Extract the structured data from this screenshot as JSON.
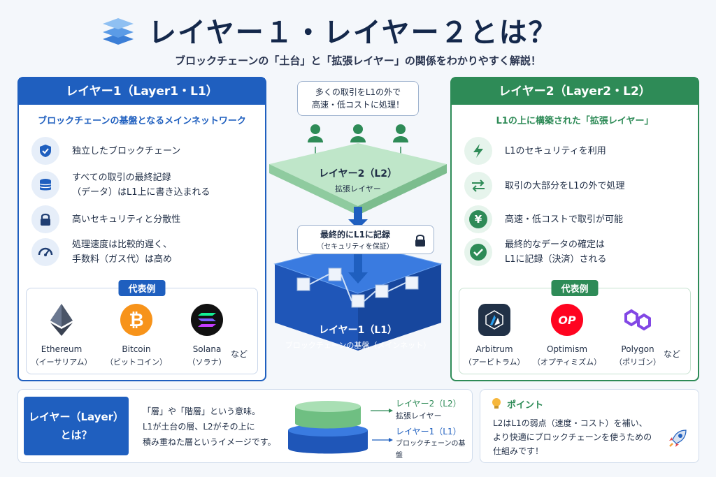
{
  "header": {
    "title": "レイヤー１・レイヤー２とは？",
    "subtitle": "ブロックチェーンの「土台」と「拡張レイヤー」の関係をわかりやすく解説！"
  },
  "layer1": {
    "heading": "レイヤー1（Layer1・L1）",
    "subheading": "ブロックチェーンの基盤となるメインネットワーク",
    "features": [
      {
        "icon": "shield-icon",
        "text": "独立したブロックチェーン"
      },
      {
        "icon": "database-icon",
        "text": "すべての取引の最終記録\n（データ）はL1上に書き込まれる"
      },
      {
        "icon": "lock-icon",
        "text": "高いセキュリティと分散性"
      },
      {
        "icon": "speedometer-icon",
        "text": "処理速度は比較的遅く、\n手数料（ガス代）は高め"
      }
    ],
    "examples_label": "代表例",
    "examples": [
      {
        "name": "Ethereum",
        "kana": "（イーサリアム）",
        "icon": "ethereum-icon"
      },
      {
        "name": "Bitcoin",
        "kana": "（ビットコイン）",
        "icon": "bitcoin-icon"
      },
      {
        "name": "Solana",
        "kana": "（ソラナ）",
        "icon": "solana-icon"
      }
    ],
    "etc": "など"
  },
  "layer2": {
    "heading": "レイヤー2（Layer2・L2）",
    "subheading": "L1の上に構築された「拡張レイヤー」",
    "features": [
      {
        "icon": "lightning-icon",
        "text": "L1のセキュリティを利用"
      },
      {
        "icon": "swap-arrows-icon",
        "text": "取引の大部分をL1の外で処理"
      },
      {
        "icon": "yen-icon",
        "text": "高速・低コストで取引が可能"
      },
      {
        "icon": "check-icon",
        "text": "最終的なデータの確定は\nL1に記録（決済）される"
      }
    ],
    "examples_label": "代表例",
    "examples": [
      {
        "name": "Arbitrum",
        "kana": "（アービトラム）",
        "icon": "arbitrum-icon"
      },
      {
        "name": "Optimism",
        "kana": "（オプティミズム）",
        "icon": "optimism-icon",
        "logo_text": "OP"
      },
      {
        "name": "Polygon",
        "kana": "（ポリゴン）",
        "icon": "polygon-icon"
      }
    ],
    "etc": "など"
  },
  "center": {
    "top_bubble_line1": "多くの取引をL1の外で",
    "top_bubble_line2": "高速・低コストに処理！",
    "l2_label": "レイヤー2（L2）",
    "l2_sub": "拡張レイヤー",
    "record_line1": "最終的にL1に記録",
    "record_line2": "（セキュリティを保証）",
    "l1_label": "レイヤー1（L1）",
    "l1_sub": "ブロックチェーンの基盤（メインネット）"
  },
  "bottom": {
    "layer_box_line1": "レイヤー（Layer）",
    "layer_box_line2": "とは？",
    "layer_desc": "「層」や「階層」という意味。\nL1が土台の層、L2がその上に\n積み重ねた層というイメージです。",
    "mini_l2": "レイヤー2（L2）",
    "mini_l2_sub": "拡張レイヤー",
    "mini_l1": "レイヤー1（L1）",
    "mini_l1_sub": "ブロックチェーンの基盤",
    "point_title": "ポイント",
    "point_text": "L2はL1の弱点（速度・コスト）を補い、\nより快適にブロックチェーンを使うための\n仕組みです！"
  },
  "colors": {
    "blue": "#1f5fbf",
    "green": "#2e8b57",
    "dark_text": "#14284b"
  }
}
